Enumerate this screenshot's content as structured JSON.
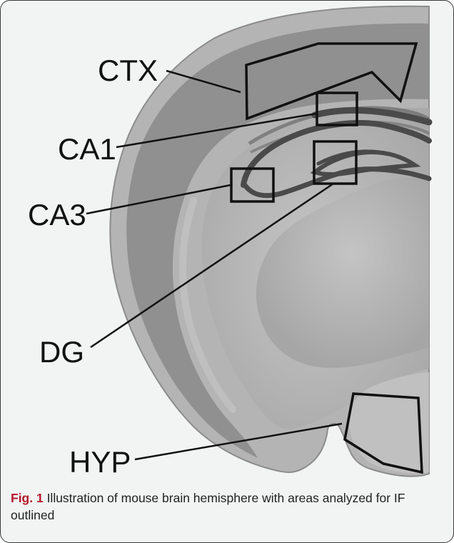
{
  "figure": {
    "regions": [
      {
        "id": "ctx",
        "label": "CTX"
      },
      {
        "id": "ca1",
        "label": "CA1"
      },
      {
        "id": "ca3",
        "label": "CA3"
      },
      {
        "id": "dg",
        "label": "DG"
      },
      {
        "id": "hyp",
        "label": "HYP"
      }
    ],
    "caption": {
      "label": "Fig. 1",
      "text": " Illustration of mouse brain hemisphere with areas analyzed for IF outlined"
    }
  },
  "colors": {
    "cortex": "#8f8f8f",
    "tissue_light": "#b3b3b3",
    "tissue_mid": "#a3a3a3",
    "hippocampal_band": "#4e4e4e",
    "outline": "#111111",
    "caption_label": "#b5192b"
  }
}
